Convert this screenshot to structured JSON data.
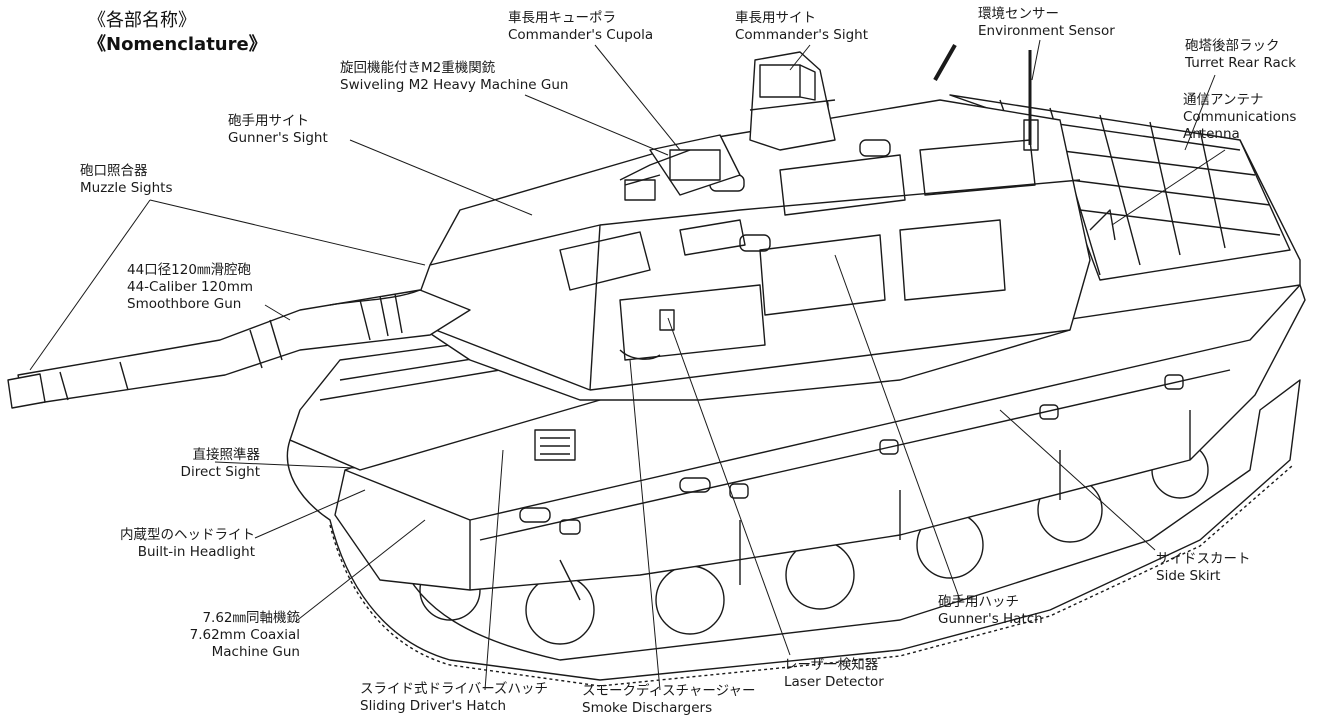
{
  "title": {
    "jp": "《各部名称》",
    "en": "《Nomenclature》"
  },
  "labels": {
    "cupola": {
      "jp": "車長用キューポラ",
      "en": "Commander's Cupola"
    },
    "cmdsight": {
      "jp": "車長用サイト",
      "en": "Commander's Sight"
    },
    "env": {
      "jp": "環境センサー",
      "en": "Environment Sensor"
    },
    "rack": {
      "jp": "砲塔後部ラック",
      "en": "Turret Rear Rack"
    },
    "antenna": {
      "jp": "通信アンテナ",
      "en1": "Communications",
      "en2": "Antenna"
    },
    "m2": {
      "jp": "旋回機能付きM2重機関銃",
      "en": "Swiveling M2 Heavy Machine Gun"
    },
    "gunsight": {
      "jp": "砲手用サイト",
      "en": "Gunner's Sight"
    },
    "muzzle": {
      "jp": "砲口照合器",
      "en": "Muzzle Sights"
    },
    "gun": {
      "jp": "44口径120㎜滑腔砲",
      "en1": "44-Caliber 120mm",
      "en2": "Smoothbore Gun"
    },
    "direct": {
      "jp": "直接照準器",
      "en": "Direct Sight"
    },
    "headlight": {
      "jp": "内蔵型のヘッドライト",
      "en": "Built-in Headlight"
    },
    "coax": {
      "jp": "7.62㎜同軸機銃",
      "en1": "7.62mm Coaxial",
      "en2": "Machine Gun"
    },
    "driver": {
      "jp": "スライド式ドライバーズハッチ",
      "en": "Sliding Driver's Hatch"
    },
    "smoke": {
      "jp": "スモークディスチャージャー",
      "en": "Smoke Dischargers"
    },
    "laser": {
      "jp": "レーザー検知器",
      "en": "Laser Detector"
    },
    "gunhatch": {
      "jp": "砲手用ハッチ",
      "en": "Gunner's Hatch"
    },
    "skirt": {
      "jp": "サイドスカート",
      "en": "Side Skirt"
    }
  },
  "colors": {
    "line": "#1a1a1a",
    "body": "#ffffff",
    "shade": "#d8d8d8"
  }
}
